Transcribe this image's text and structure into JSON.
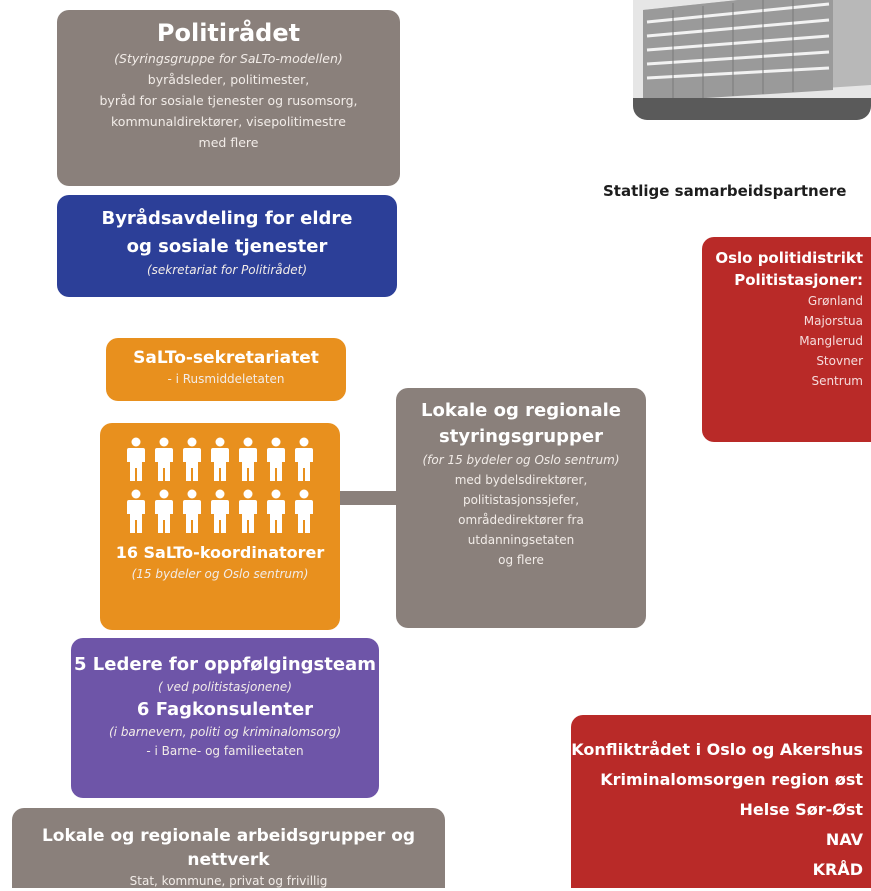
{
  "politiradet": {
    "title": "Politirådet",
    "subtitle": "(Styringsgruppe for SaLTo-modellen)",
    "lines": [
      "byrådsleder, politimester,",
      "byråd for sosiale tjenester og rusomsorg,",
      "kommunaldirektører, visepolitimestre",
      "med flere"
    ]
  },
  "byradsavdeling": {
    "line1": "Byrådsavdeling for  eldre",
    "line2": "og sosiale tjenester",
    "note": "(sekretariat for Politirådet)"
  },
  "salto_sekretariat": {
    "title": "SaLTo-sekretariatet",
    "sub": "- i Rusmiddeletaten"
  },
  "koordinatorer": {
    "people_icon": "person-icon",
    "people_per_row": 7,
    "title": "16 SaLTo-koordinatorer",
    "note": "(15 bydeler og Oslo sentrum)"
  },
  "styringsgrupper": {
    "line1": "Lokale og regionale",
    "line2": "styringsgrupper",
    "note": "(for 15 bydeler og Oslo sentrum)",
    "lines": [
      "med bydelsdirektører,",
      "politistasjonssjefer,",
      "områdedirektører fra",
      "utdanningsetaten",
      "og flere"
    ]
  },
  "oppfolging": {
    "title1": "5 Ledere for oppfølgingsteam",
    "note1": "( ved politistasjonene)",
    "title2": "6 Fagkonsulenter",
    "note2": "(i barnevern, politi og kriminalomsorg)",
    "sub": "- i Barne- og familieetaten"
  },
  "arbeidsgrupper": {
    "title": "Lokale og regionale arbeidsgrupper og nettverk",
    "sub": "Stat, kommune, privat og frivillig"
  },
  "statlige": {
    "heading": "Statlige samarbeidspartnere"
  },
  "oslo_politi": {
    "title1": "Oslo politidistrikt",
    "title2": "Politistasjoner:",
    "stations": [
      "Grønland",
      "Majorstua",
      "Manglerud",
      "Stovner",
      "Sentrum"
    ]
  },
  "partnere": {
    "items": [
      "Konfliktrådet i Oslo og Akershus",
      "Kriminalomsorgen region øst",
      "Helse Sør-Øst",
      "NAV",
      "KRÅD"
    ]
  },
  "colors": {
    "gray": "#8a807b",
    "blue": "#2c3f98",
    "orange": "#e8901e",
    "purple": "#6e55a8",
    "red": "#b92a28"
  }
}
